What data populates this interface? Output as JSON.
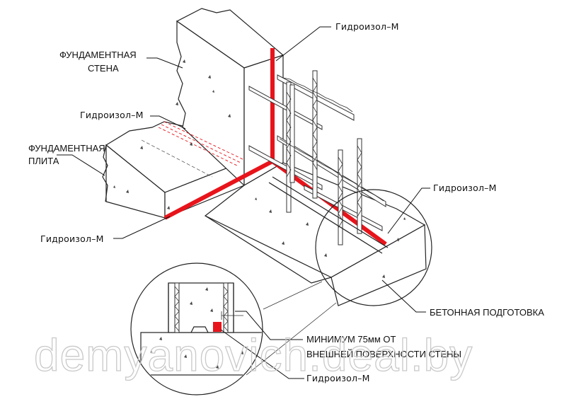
{
  "diagram": {
    "labels": {
      "foundation_wall": [
        "ФУНДАМЕНТНАЯ",
        "СТЕНА"
      ],
      "foundation_slab": [
        "ФУНДАМЕНТНАЯ",
        "ПЛИТА"
      ],
      "membrane_top": "Гидроизол–М",
      "membrane_left": "Гидроизол–М",
      "membrane_lower_left": "Гидроизол–М",
      "membrane_right": "Гидроизол–М",
      "concrete_base": "БЕТОННАЯ  ПОДГОТОВКА",
      "minimum_note": [
        "МИНИМУМ  75мм  ОТ",
        "ВНЕШНЕЙ ПОВЕРХНОСТИ СТЕНЫ"
      ],
      "membrane_detail": "Гидроизол–М"
    },
    "watermark": "demyanovich.deal.by",
    "colors": {
      "membrane": "#e8141b",
      "line": "#222222",
      "watermark": "#c9c9c9"
    }
  }
}
